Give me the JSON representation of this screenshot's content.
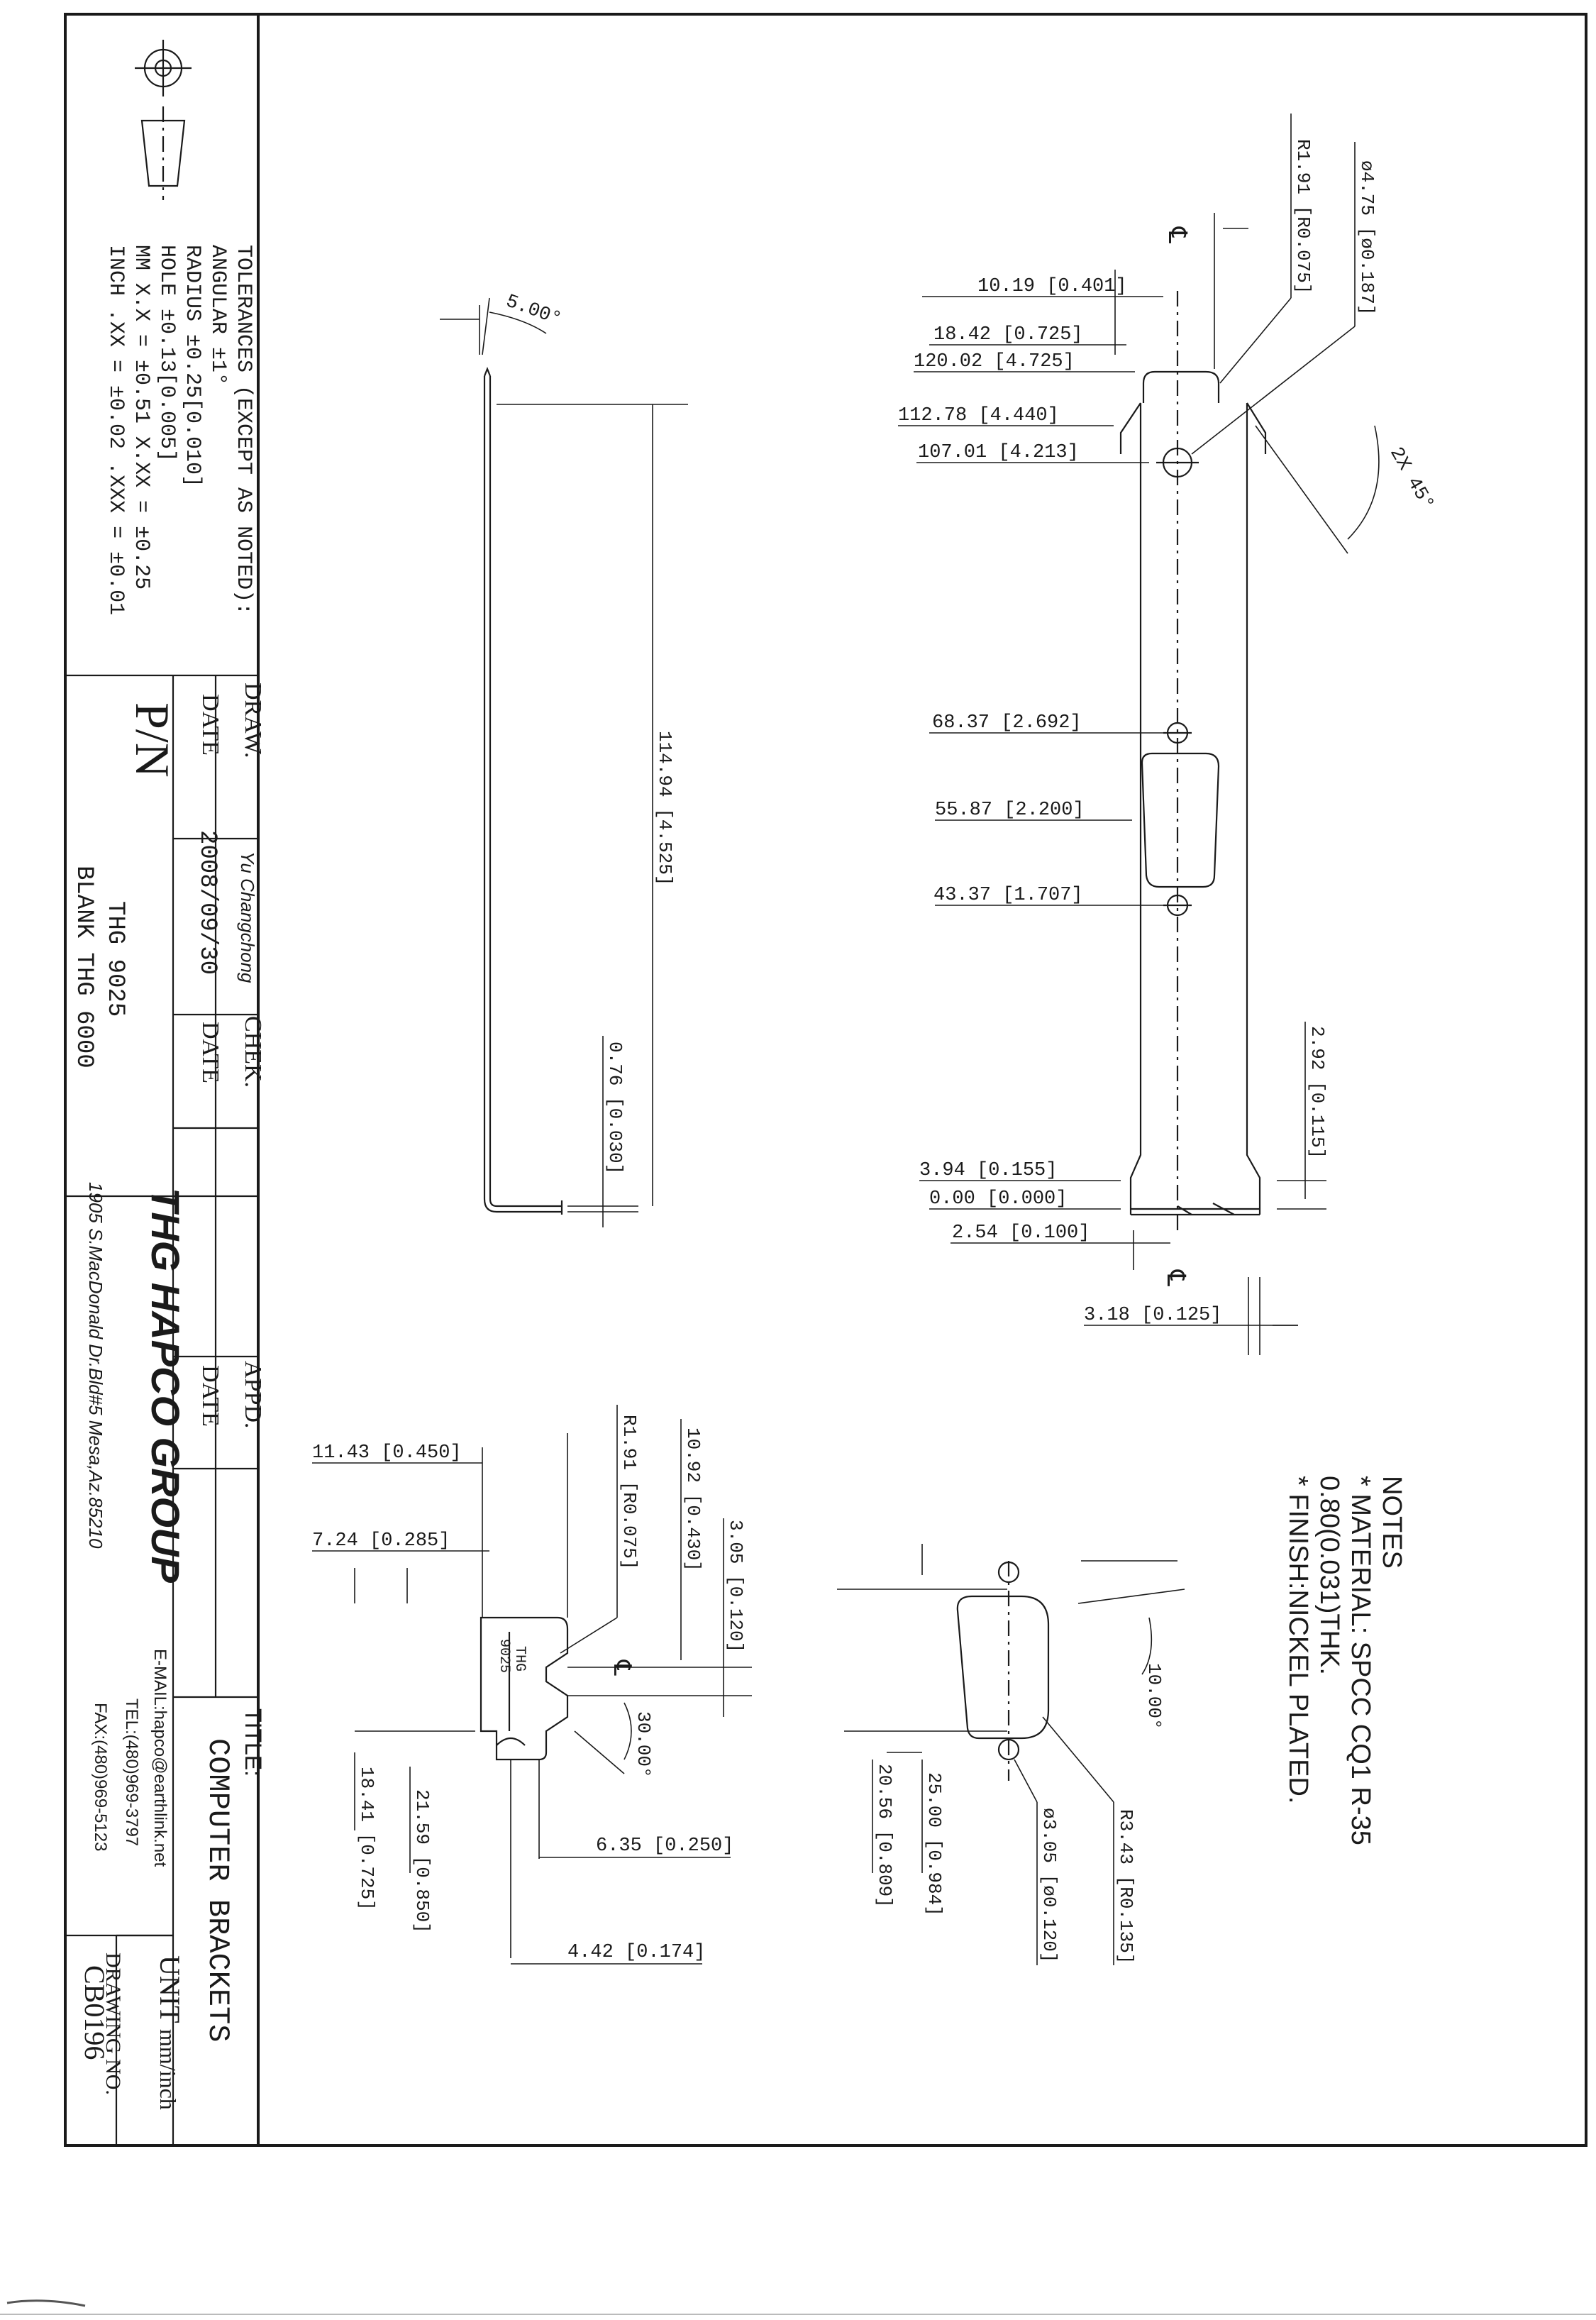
{
  "title_block": {
    "tolerances": {
      "heading": "TOLERANCES (EXCEPT AS NOTED):",
      "angular": "ANGULAR ±1°",
      "radius": "RADIUS ±0.25[0.010]",
      "hole": "HOLE ±0.13[0.005]",
      "mm": "MM X.X = ±0.51 X.XX = ±0.25",
      "inch": "INCH .XX = ±0.02 .XXX = ±0.01"
    },
    "draw_label": "DRAW.",
    "date_label": "DATE",
    "draw_date": "2008/09/30",
    "check_label": "CHEK.",
    "check_date_label": "DATE",
    "approve_label": "APPD.",
    "approve_date_label": "DATE",
    "pn_label": "P/N",
    "pn_value": "THG 9025",
    "blank_value": "BLANK THG 6000",
    "company_name": "THG HAPCO GROUP",
    "company_address": "1905 S.MacDonald Dr.Bld#5 Mesa,Az.85210",
    "email": "E-MAIL:hapco@earthlink.net",
    "tel": "TEL:(480)969-3797",
    "fax": "FAX:(480)969-5123",
    "title_label": "TITLE:",
    "title_value": "COMPUTER BRACKETS",
    "unit_label": "UNIT",
    "unit_value": "mm/inch",
    "drawing_no_label": "DRAWING NO.",
    "drawing_no_value": "CB0196"
  },
  "notes": {
    "heading": "NOTES",
    "material": "* MATERIAL: SPCC CQ1 R-35",
    "thickness": "0.80(0.031)THK.",
    "finish": "* FINISH:NICKEL PLATED."
  },
  "main_view": {
    "d_10_19": "10.19 [0.401]",
    "d_18_42": "18.42 [0.725]",
    "d_120_02": "120.02 [4.725]",
    "d_112_78": "112.78 [4.440]",
    "d_107_01": "107.01 [4.213]",
    "d_68_37": "68.37 [2.692]",
    "d_55_87": "55.87 [2.200]",
    "d_43_37": "43.37 [1.707]",
    "d_3_94": "3.94 [0.155]",
    "d_0_00": "0.00 [0.000]",
    "d_2_54": "2.54 [0.100]",
    "d_3_18": "3.18 [0.125]",
    "d_2_92": "2.92 [0.115]",
    "d_r1_91": "R1.91 [R0.075]",
    "d_hole": "ø4.75 [ø0.187]",
    "d_chamfer": "2X 45°",
    "centerline": "℄"
  },
  "side_view": {
    "d_angle": "5.00°",
    "d_114_94": "114.94 [4.525]",
    "d_0_76": "0.76 [0.030]"
  },
  "tab_view": {
    "d_11_43": "11.43 [0.450]",
    "d_7_24": "7.24 [0.285]",
    "d_r1_91": "R1.91 [R0.075]",
    "d_10_92": "10.92 [0.430]",
    "d_3_05": "3.05 [0.120]",
    "d_30": "30.00°",
    "d_18_41": "18.41 [0.725]",
    "d_21_59": "21.59 [0.850]",
    "d_6_35": "6.35 [0.250]",
    "d_4_42": "4.42 [0.174]",
    "stamp_line1": "THG",
    "stamp_line2": "9025",
    "centerline": "℄"
  },
  "dsub_view": {
    "d_10": "10.00°",
    "d_r3_43": "R3.43 [R0.135]",
    "d_hole": "ø3.05 [ø0.120]",
    "d_25_00": "25.00 [0.984]",
    "d_20_56": "20.56 [0.809]"
  },
  "signature": "Yu Changchong"
}
